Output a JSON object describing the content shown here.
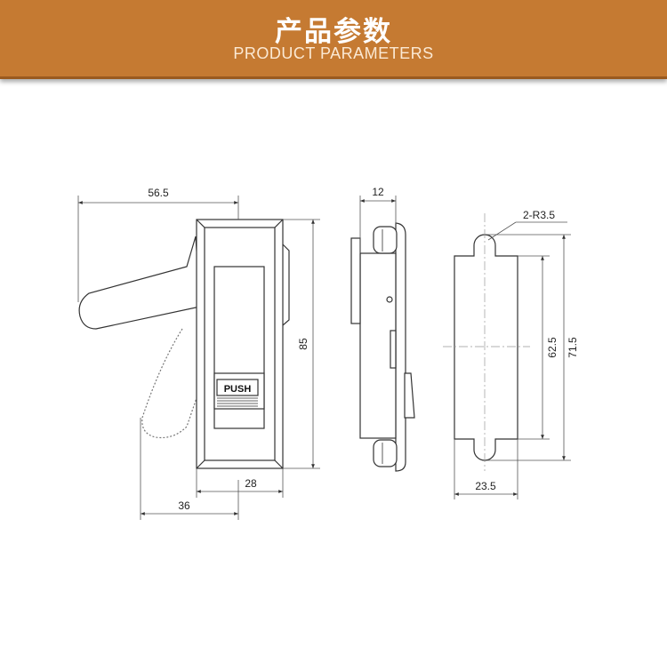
{
  "header": {
    "title_cn": "产品参数",
    "title_en": "PRODUCT PARAMETERS"
  },
  "colors": {
    "banner": "#c57a32",
    "line": "#333333"
  },
  "drawing": {
    "button_label": "PUSH",
    "dimensions": {
      "overall_width": "56.5",
      "height": "85",
      "body_width": "28",
      "handle_reach": "36",
      "depth": "12",
      "corner_radius": "2-R3.5",
      "cutout_width": "23.5",
      "cutout_height_inner": "62.5",
      "cutout_height_outer": "71.5"
    }
  }
}
